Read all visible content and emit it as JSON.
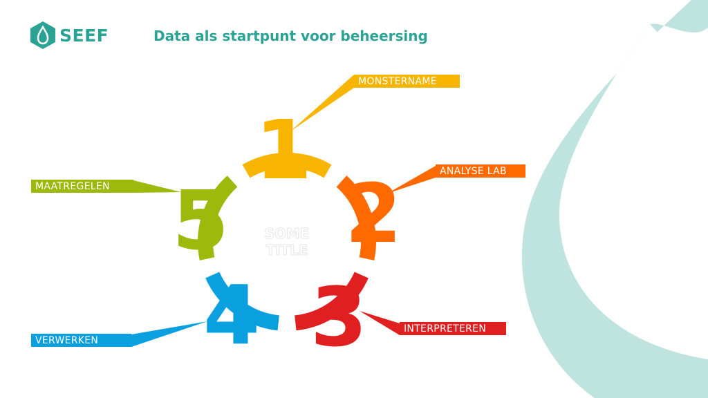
{
  "header": {
    "logo_text": "SEEF",
    "title": "Data als startpunt voor beheersing"
  },
  "diagram": {
    "center_title_line1": "SOME",
    "center_title_line2": "TITLE",
    "steps": [
      {
        "number": "1",
        "label": "MONSTERNAME",
        "color": "#f7b500"
      },
      {
        "number": "2",
        "label": "ANALYSE LAB",
        "color": "#ff6a00"
      },
      {
        "number": "3",
        "label": "INTERPRETEREN",
        "color": "#e02020"
      },
      {
        "number": "4",
        "label": "VERWERKEN",
        "color": "#0aa0e0"
      },
      {
        "number": "5",
        "label": "MAATREGELEN",
        "color": "#9dba0c"
      }
    ]
  },
  "colors": {
    "brand": "#2aa394",
    "watermark": "#bfe3df"
  }
}
